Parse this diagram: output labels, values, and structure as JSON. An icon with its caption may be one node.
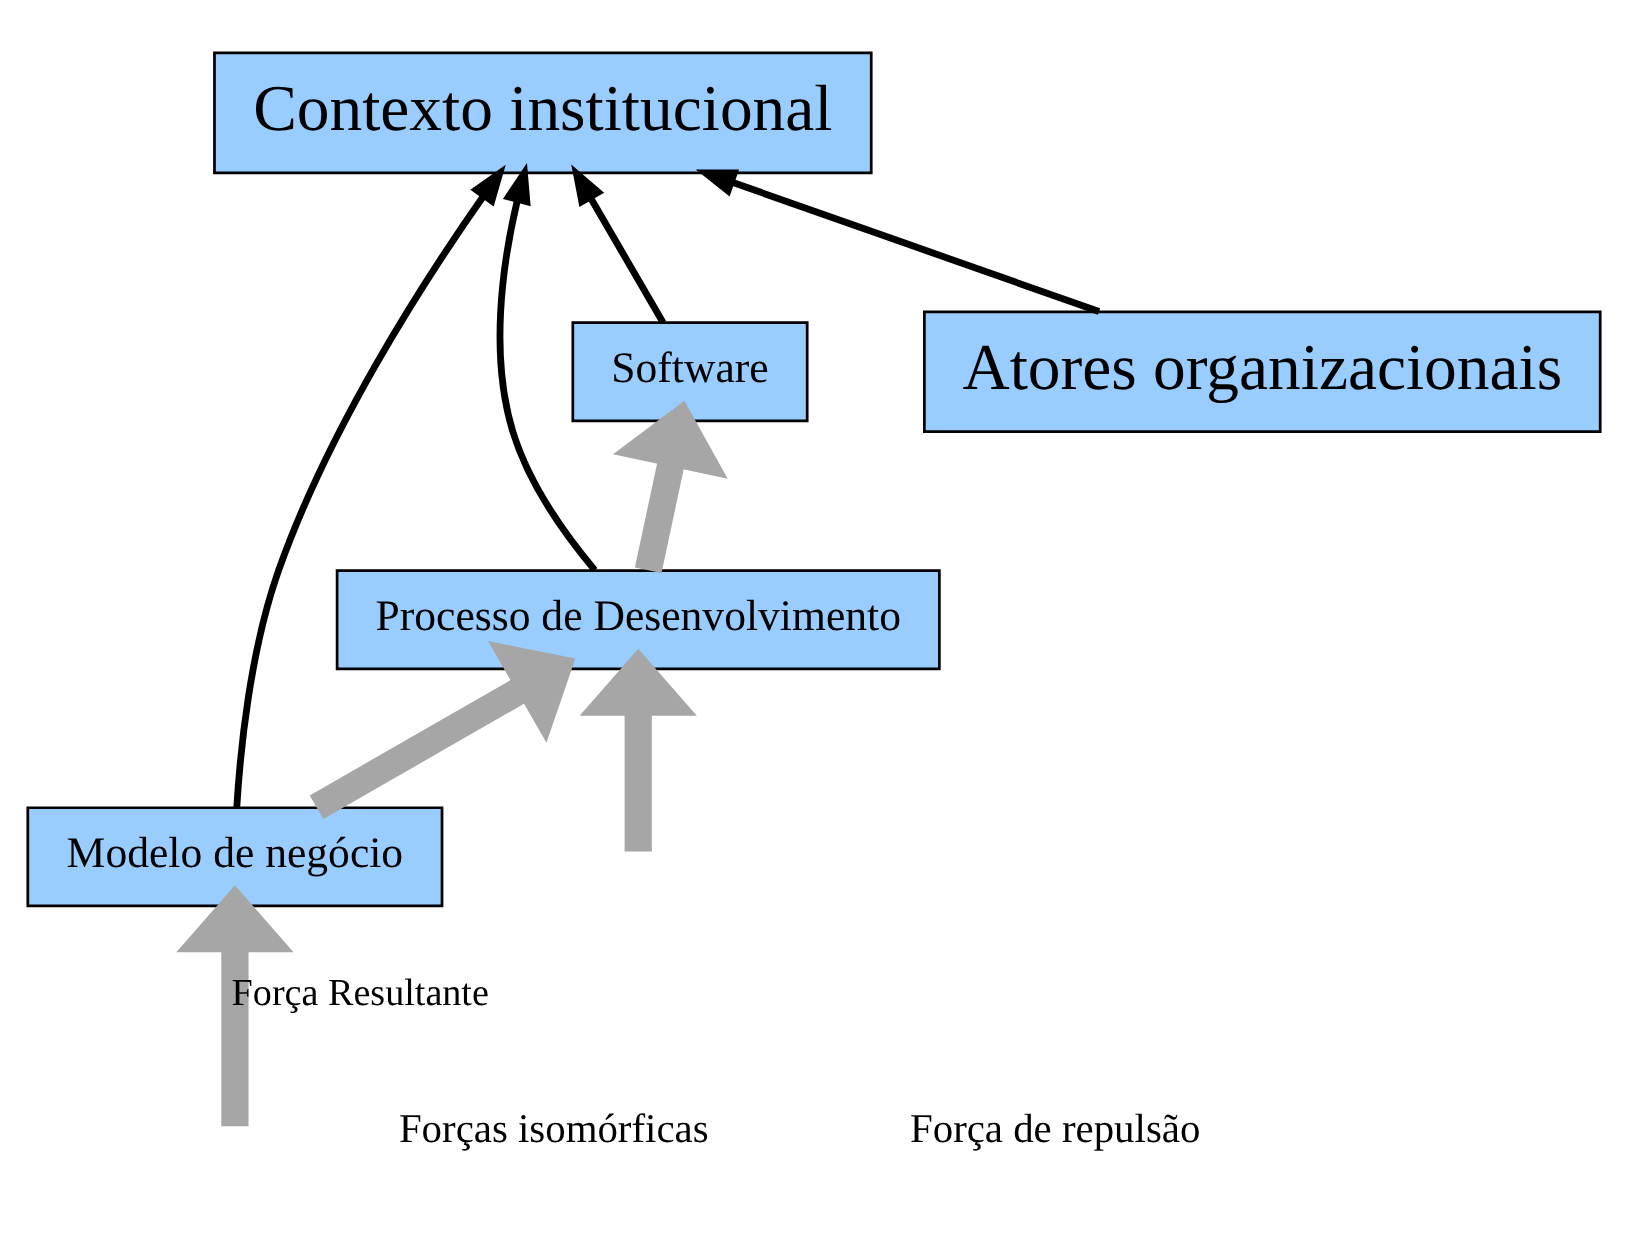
{
  "diagram": {
    "nodes": [
      {
        "text": [
          "Contexto institucional"
        ]
      },
      {
        "text": [
          "Software"
        ]
      },
      {
        "text": [
          "Atores organizacionais"
        ]
      },
      {
        "text": [
          "Processo de Desenvolvimento"
        ]
      },
      {
        "text": [
          "Modelo de negócio"
        ]
      }
    ],
    "edges": [
      {
        "from": 1,
        "to": 0,
        "arrow": "to"
      },
      {
        "from": 2,
        "to": 0,
        "arrow": "to"
      },
      {
        "from": 3,
        "to": 0,
        "arrow": "to"
      },
      {
        "from": 4,
        "to": 0,
        "arrow": "to"
      },
      {
        "from": 3,
        "to": 1,
        "arrow": "to",
        "style": "thick",
        "color": "#a6a6a6"
      },
      {
        "from": null,
        "to": 4,
        "arrow": "to",
        "label": "Força Resultante",
        "style": "thick",
        "color": "#a6a6a6"
      },
      {
        "from": null,
        "to": 3,
        "arrow": "to",
        "style": "thick",
        "color": "#a6a6a6"
      },
      {
        "from": 4,
        "to": 3,
        "arrow": "to",
        "style": "thick",
        "color": "#a6a6a6"
      }
    ],
    "labels": [
      "Forças isomórficas",
      "Força de repulsão"
    ]
  }
}
